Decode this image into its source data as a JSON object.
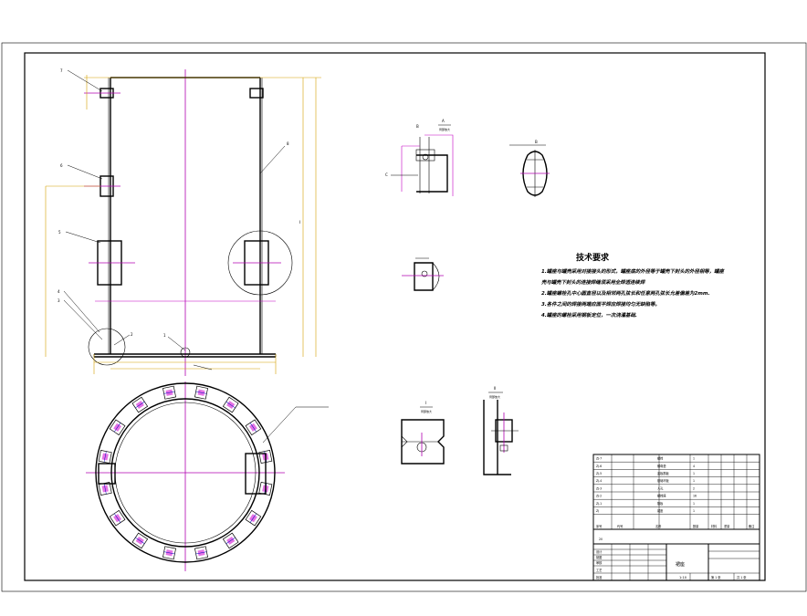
{
  "drawing": {
    "technical_requirements": {
      "title": "技术要求",
      "lines": [
        "1.罐座与罐壳采用对接接头的形式，罐座底的外径等于罐壳下封头的外径相等，罐座",
        "壳与罐壳下封头的连接焊缝须采用全焊透连续焊",
        "2.罐座螺栓孔中心圆直径以及相邻两孔弦长和任意两孔弦长允差偏差为2mm.",
        "3.各件之间的焊接两端应面平焊应焊接均匀无缺陷等。",
        "4.罐座的螺栓采用钢板定位，一次浇灌基础."
      ]
    },
    "balloon_numbers": [
      "7",
      "6",
      "5",
      "4",
      "3",
      "2",
      "1",
      "8",
      "B",
      "A",
      "C"
    ],
    "detail_views": [
      {
        "id": "detail-A",
        "label": "A",
        "note": "局部放大"
      },
      {
        "id": "detail-B",
        "label": "B",
        "note": "局部放大"
      },
      {
        "id": "detail-I",
        "label": "I",
        "note": "局部放大"
      },
      {
        "id": "detail-II",
        "label": "II",
        "note": "局部放大"
      }
    ],
    "bom": {
      "rows": [
        [
          "ZJ-7",
          "螺栓",
          "1",
          ""
        ],
        [
          "ZJ-6",
          "螺母垫",
          "4",
          ""
        ],
        [
          "ZJ-5",
          "盖板筋板",
          "1",
          ""
        ],
        [
          "ZJ-4",
          "基础环板",
          "1",
          ""
        ],
        [
          "ZJ-3",
          "人孔",
          "2",
          ""
        ],
        [
          "ZJ-2",
          "螺栓座",
          "16",
          ""
        ],
        [
          "ZJ-1",
          "筋板",
          "1",
          ""
        ],
        [
          "ZJ",
          "裙座",
          "1",
          ""
        ]
      ],
      "header": [
        "序号",
        "代号",
        "名称",
        "数量",
        "材料",
        "重量",
        "备注"
      ],
      "footer_code": "20"
    },
    "title_block": {
      "name": "裙座",
      "scale": "1:10",
      "sheet": "第 1 张",
      "total": "共 1 张",
      "role_labels": [
        "设计",
        "制图",
        "审核",
        "工艺",
        "批准"
      ]
    }
  }
}
